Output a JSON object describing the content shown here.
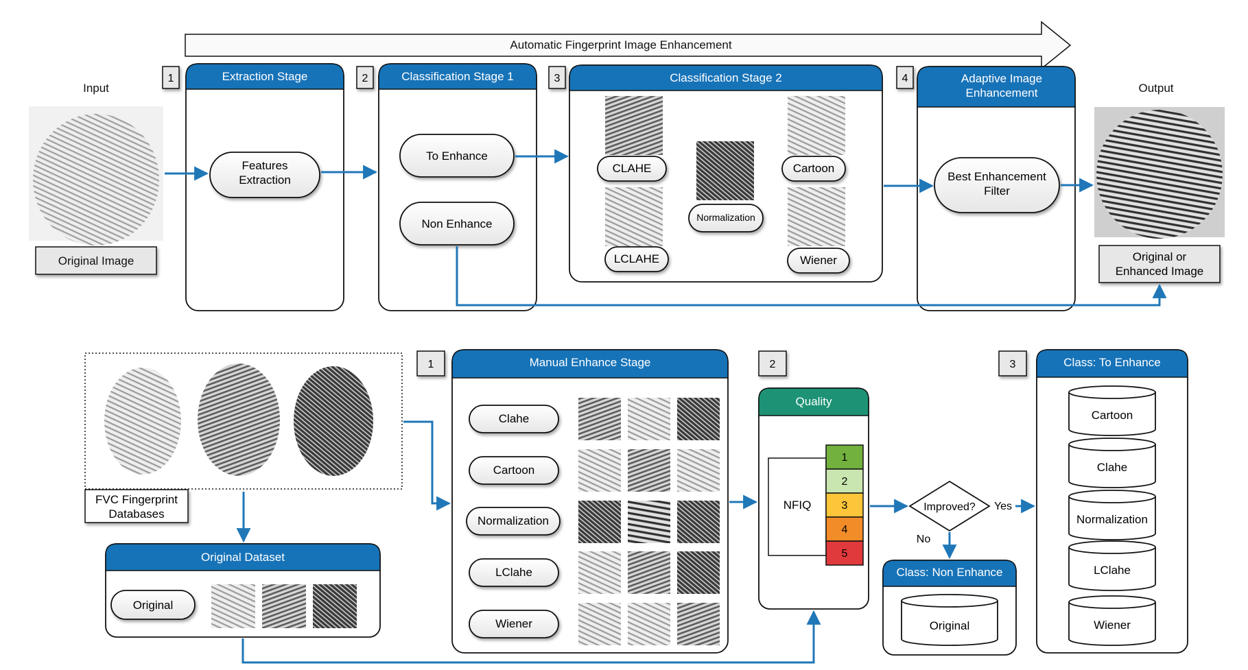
{
  "top": {
    "banner": "Automatic Fingerprint Image Enhancement",
    "input_label": "Input",
    "output_label": "Output",
    "original_image": "Original Image",
    "output_box": [
      "Original or",
      "Enhanced Image"
    ],
    "step_numbers": [
      "1",
      "2",
      "3",
      "4"
    ],
    "extraction": {
      "title": "Extraction Stage",
      "node": [
        "Features",
        "Extraction"
      ]
    },
    "classification1": {
      "title": "Classification Stage 1",
      "to_enhance": "To Enhance",
      "non_enhance": "Non Enhance"
    },
    "classification2": {
      "title": "Classification Stage 2",
      "filters": [
        "CLAHE",
        "Cartoon",
        "Normalization",
        "LCLAHE",
        "Wiener"
      ]
    },
    "adaptive": {
      "title": [
        "Adaptive Image",
        "Enhancement"
      ],
      "node": [
        "Best Enhancement",
        "Filter"
      ]
    }
  },
  "bottom": {
    "databases": [
      "FVC Fingerprint",
      "Databases"
    ],
    "original_dataset": {
      "title": "Original Dataset",
      "node": "Original"
    },
    "step_numbers": [
      "1",
      "2",
      "3"
    ],
    "manual": {
      "title": "Manual Enhance Stage",
      "filters": [
        "Clahe",
        "Cartoon",
        "Normalization",
        "LClahe",
        "Wiener"
      ]
    },
    "quality": {
      "title": "Quality",
      "metric": "NFIQ",
      "levels": [
        "1",
        "2",
        "3",
        "4",
        "5"
      ]
    },
    "decision": "Improved?",
    "yes": "Yes",
    "no": "No",
    "non_enhance": {
      "title": "Class: Non Enhance",
      "item": "Original"
    },
    "to_enhance": {
      "title": "Class: To Enhance",
      "items": [
        "Cartoon",
        "Clahe",
        "Normalization",
        "LClahe",
        "Wiener"
      ]
    }
  },
  "colors": {
    "header_blue": "#1773b8",
    "arrow_blue": "#1f77b8",
    "quality_green": "#1d9275",
    "nfiq": [
      "#72b13e",
      "#c9e6b0",
      "#fcc53a",
      "#f28c28",
      "#e03a3c"
    ]
  }
}
